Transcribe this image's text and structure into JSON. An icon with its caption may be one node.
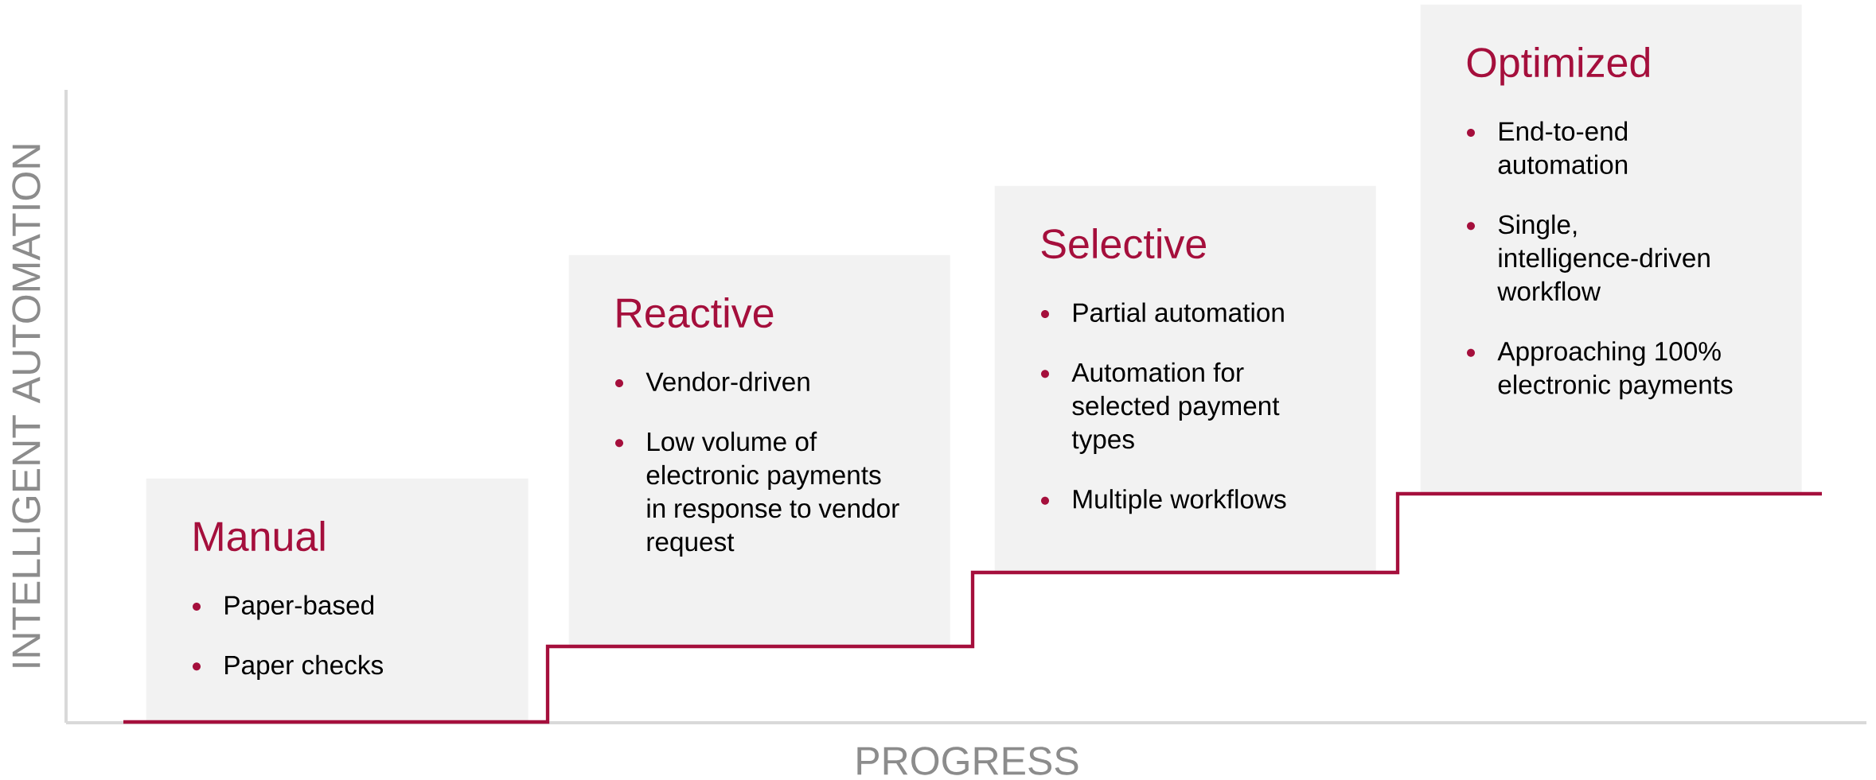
{
  "diagram": {
    "nodes": [
      {
        "text": [
          "Manual",
          "Paper-based",
          "Paper checks"
        ]
      },
      {
        "text": [
          "Reactive",
          "Vendor-driven",
          "Low volume of electronic payments in response to vendor request"
        ]
      },
      {
        "text": [
          "Selective",
          "Partial automation",
          "Automation for selected payment types",
          "Multiple workflows"
        ]
      },
      {
        "text": [
          "Optimized",
          "End-to-end automation",
          "Single, intelligence-driven workflow",
          "Approaching 100% electronic payments"
        ]
      }
    ],
    "labels": [
      "INTELLIGENT AUTOMATION",
      "PROGRESS"
    ]
  }
}
